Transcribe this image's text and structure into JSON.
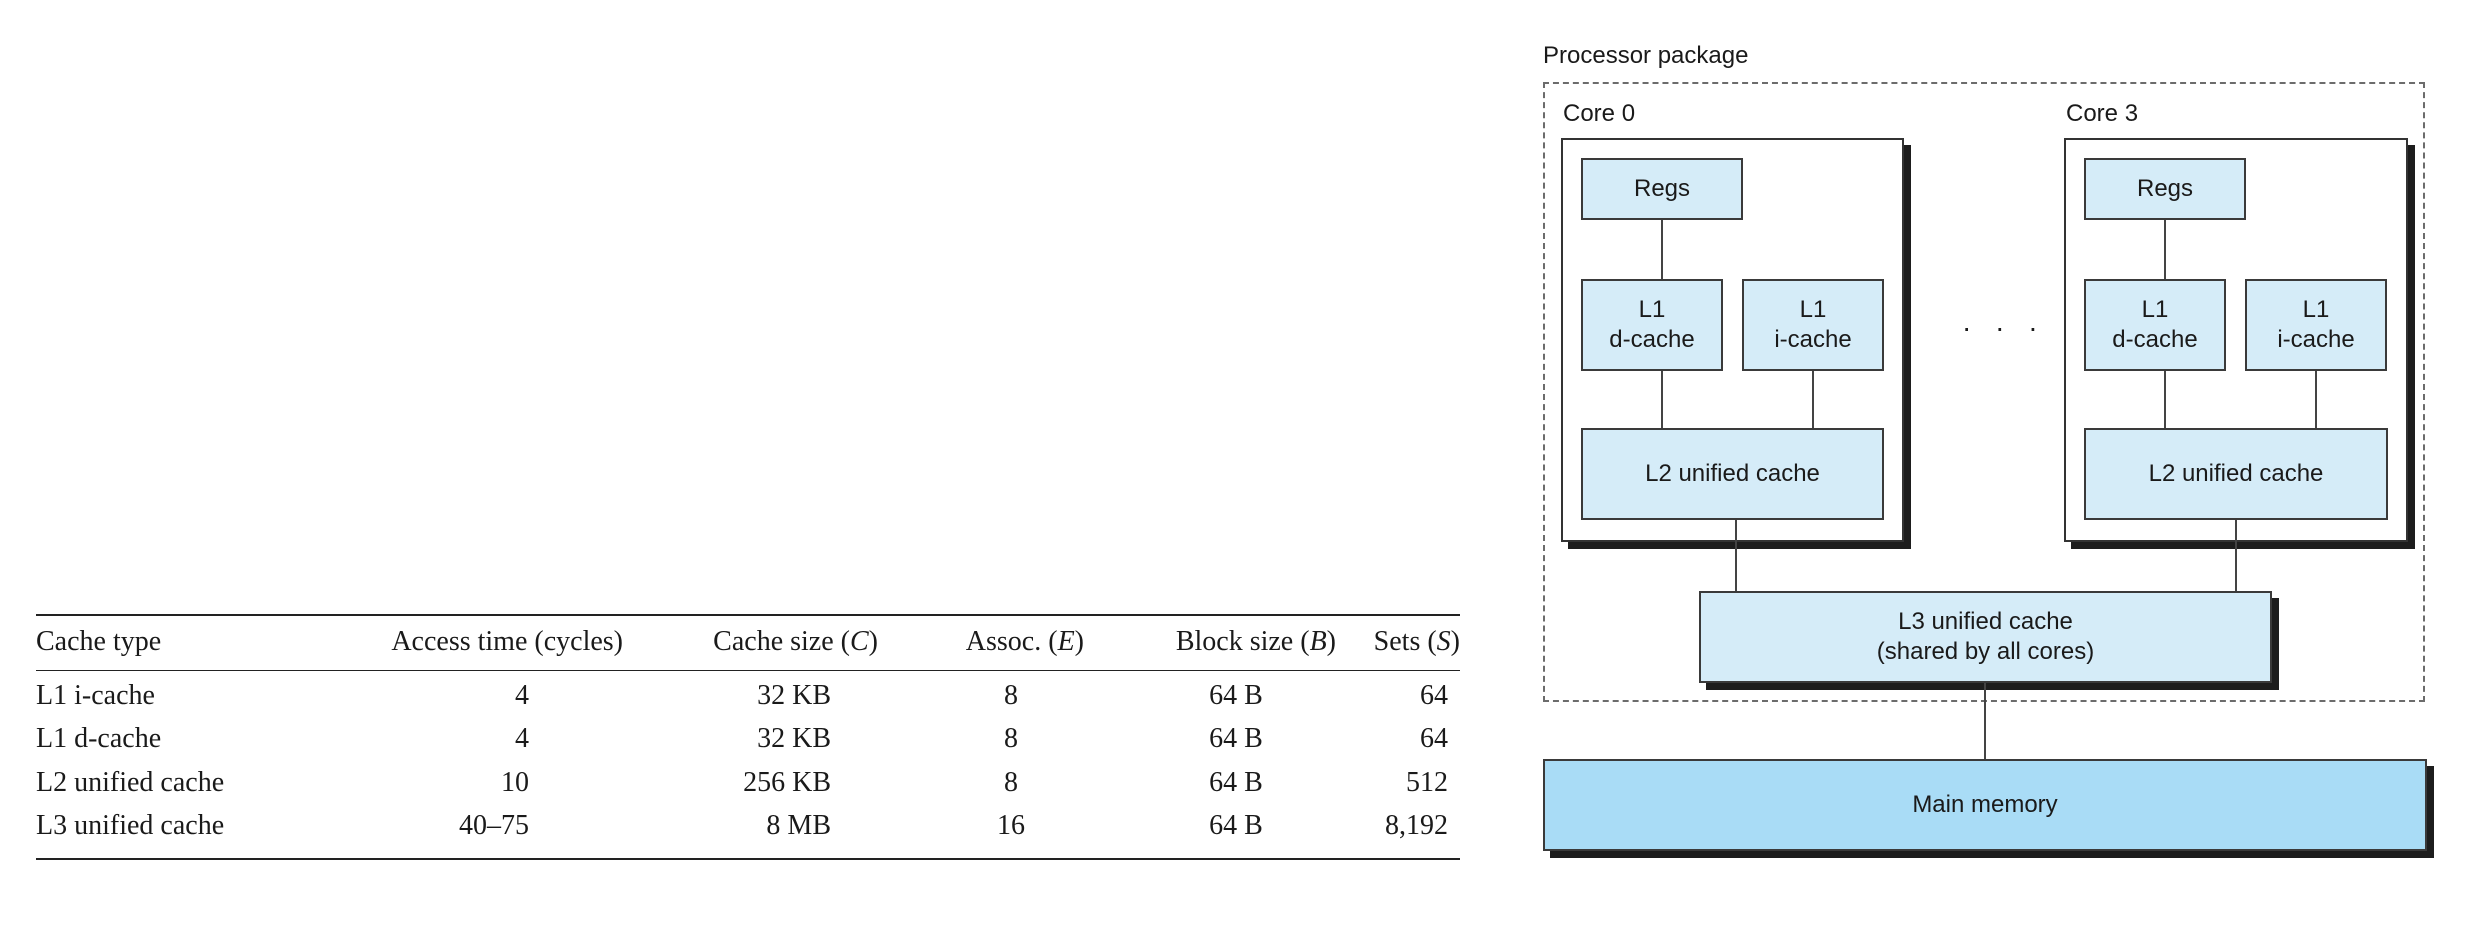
{
  "table": {
    "headers": [
      {
        "text": "Cache type"
      },
      {
        "text": "Access time (cycles)"
      },
      {
        "text": "Cache size (",
        "sym": "C",
        "after": ")"
      },
      {
        "text": "Assoc. (",
        "sym": "E",
        "after": ")"
      },
      {
        "text": "Block size (",
        "sym": "B",
        "after": ")"
      },
      {
        "text": "Sets (",
        "sym": "S",
        "after": ")"
      }
    ],
    "rows": [
      [
        "L1 i-cache",
        "4",
        "32 KB",
        "8",
        "64 B",
        "64"
      ],
      [
        "L1 d-cache",
        "4",
        "32 KB",
        "8",
        "64 B",
        "64"
      ],
      [
        "L2 unified cache",
        "10",
        "256 KB",
        "8",
        "64 B",
        "512"
      ],
      [
        "L3 unified cache",
        "40–75",
        "8 MB",
        "16",
        "64 B",
        "8,192"
      ]
    ]
  },
  "diagram": {
    "package_label": "Processor package",
    "ellipsis": "· · ·",
    "cores": [
      {
        "label": "Core 0",
        "regs": "Regs",
        "l1d": [
          "L1",
          "d-cache"
        ],
        "l1i": [
          "L1",
          "i-cache"
        ],
        "l2": "L2 unified cache"
      },
      {
        "label": "Core 3",
        "regs": "Regs",
        "l1d": [
          "L1",
          "d-cache"
        ],
        "l1i": [
          "L1",
          "i-cache"
        ],
        "l2": "L2 unified cache"
      }
    ],
    "l3": [
      "L3 unified cache",
      "(shared by all cores)"
    ],
    "main_memory": "Main memory"
  },
  "colors": {
    "cache_fill": "#d5ecf8",
    "memory_fill": "#a9dcf6",
    "shadow": "#1d1d1d",
    "dashed_border": "#6c6c6c"
  }
}
